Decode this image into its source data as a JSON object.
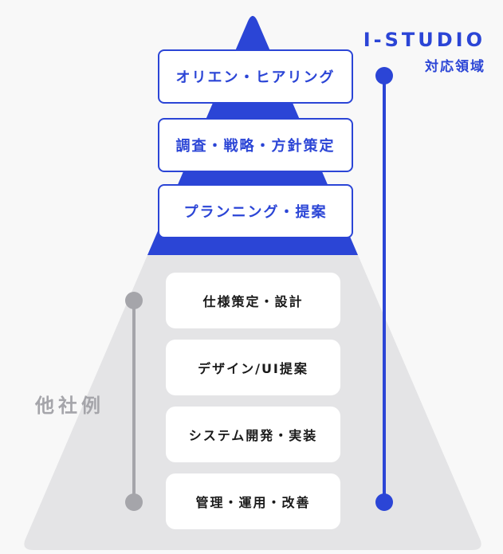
{
  "colors": {
    "accent_blue": "#2B45D6",
    "pyramid_gray": "#E4E4E6",
    "muted_gray": "#A5A5AA",
    "box_white": "#FFFFFF",
    "dark_text": "#1A1A1A",
    "background": "#F8F8F8"
  },
  "right_legend": {
    "brand": "I-STUDIO",
    "scope_label": "対応領域"
  },
  "left_legend": {
    "label": "他社例"
  },
  "pyramid": {
    "istudio_steps": [
      {
        "label": "オリエン・ヒアリング"
      },
      {
        "label": "調査・戦略・方針策定"
      },
      {
        "label": "プランニング・提案"
      }
    ],
    "other_steps": [
      {
        "label": "仕様策定・設計"
      },
      {
        "label": "デザイン/UI提案"
      },
      {
        "label": "システム開発・実装"
      },
      {
        "label": "管理・運用・改善"
      }
    ]
  }
}
